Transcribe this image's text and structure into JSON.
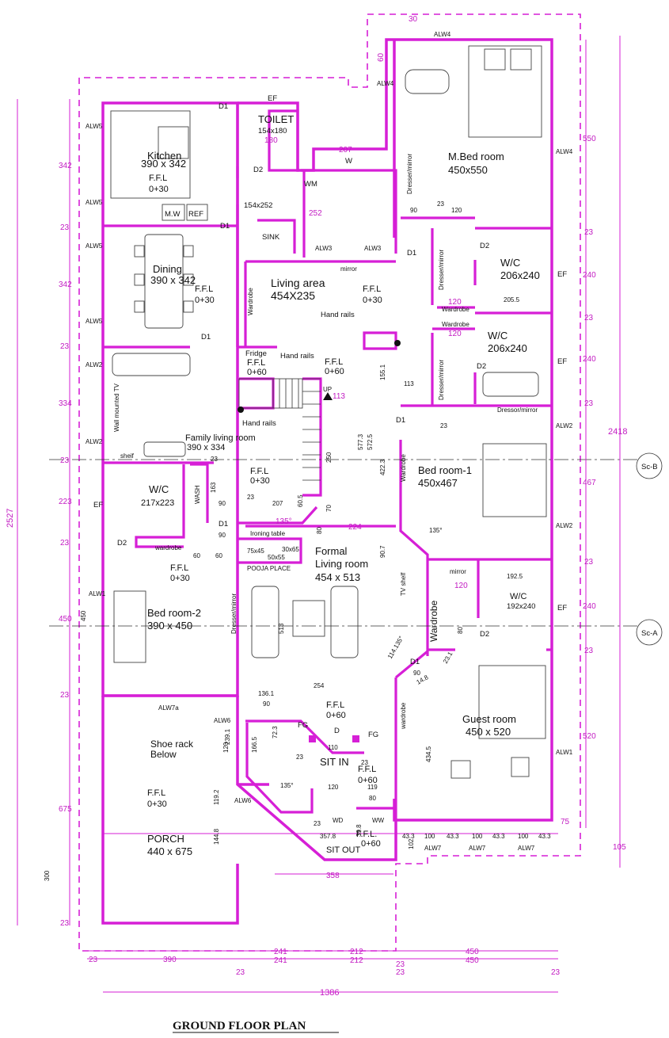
{
  "drawing": {
    "title": "GROUND FLOOR  PLAN",
    "sections": [
      "Sc-B",
      "Sc-A"
    ]
  },
  "rooms": [
    {
      "id": "kitchen",
      "name": "Kitchen",
      "size": "390 x 342",
      "ffl": "F.F.L",
      "level": "0+30"
    },
    {
      "id": "toilet",
      "name": "TOILET",
      "size": "154x180"
    },
    {
      "id": "utility",
      "size": "154x252"
    },
    {
      "id": "master_bed",
      "name": "M.Bed room",
      "size": "450x550"
    },
    {
      "id": "dining",
      "name": "Dining",
      "size": "390 x 342",
      "ffl": "F.F.L",
      "level": "0+30"
    },
    {
      "id": "living_area",
      "name": "Living area",
      "size": "454X235",
      "ffl": "F.F.L",
      "level": "0+30"
    },
    {
      "id": "wc1",
      "name": "W/C",
      "size": "206x240"
    },
    {
      "id": "wc2",
      "name": "W/C",
      "size": "206x240"
    },
    {
      "id": "family_living",
      "name": "Family living room",
      "size": "390 x 334"
    },
    {
      "id": "bed1",
      "name": "Bed room-1",
      "size": "450x467"
    },
    {
      "id": "wc3",
      "name": "W/C",
      "size": "217x223"
    },
    {
      "id": "formal_living",
      "name": "Formal",
      "name2": "Living room",
      "size": "454 x 513"
    },
    {
      "id": "wc4",
      "name": "W/C",
      "size": "192x240"
    },
    {
      "id": "bed2",
      "name": "Bed room-2",
      "size": "390 x 450",
      "ffl": "F.F.L",
      "level": "0+30"
    },
    {
      "id": "guest",
      "name": "Guest room",
      "size": "450 x 520"
    },
    {
      "id": "sitin",
      "name": "SIT IN",
      "ffl": "F.F.L",
      "level": "0+60"
    },
    {
      "id": "porch",
      "name": "PORCH",
      "size": "440 x 675",
      "ffl": "F.F.L",
      "level": "0+30"
    },
    {
      "id": "sitout",
      "name": "SIT OUT",
      "ffl": "F.F.L.",
      "level": "0+60"
    }
  ],
  "ffl_marks": [
    {
      "ffl": "F.F.L",
      "level": "0+60"
    },
    {
      "ffl": "F.F.L",
      "level": "0+30"
    },
    {
      "ffl": "F.F.L",
      "level": "0+60"
    },
    {
      "ffl": "F.F.L",
      "level": "0+60"
    }
  ],
  "labels": {
    "ef": "EF",
    "d1": "D1",
    "d2": "D2",
    "d": "D",
    "w": "W",
    "wm": "WM",
    "sink": "SINK",
    "mw": "M.W",
    "ref": "REF",
    "mirror": "mirror",
    "hand_rails": "Hand rails",
    "fridge": "Fridge",
    "up": "UP",
    "wardrobe": "Wardrobe",
    "wardrobe_lc": "wardrobe",
    "dresser_mirror": "Dresser/mirror",
    "dressor_mirror": "Dressor/mirror",
    "wall_tv": "Wall mounted TV",
    "shelf": "sheif",
    "wash": "WASH",
    "ironing_table": "Ironing table",
    "pooja": "POOJA PLACE",
    "tv_shelf": "TV shelf",
    "shoe_rack": "Shoe rack",
    "below": "Below",
    "fg": "FG",
    "wd": "WD",
    "ww": "WW",
    "alw1": "ALW1",
    "alw2": "ALW2",
    "alw3": "ALW3",
    "alw4": "ALW4",
    "alw5": "ALW5",
    "alw6": "ALW6",
    "alw7": "ALW7",
    "alw7a": "ALW7a"
  },
  "dims_left": [
    "342",
    "23",
    "342",
    "23",
    "334",
    "23",
    "223",
    "23",
    "450",
    "23",
    "675",
    "23"
  ],
  "dims_left_total": "2527",
  "dims_right": [
    "550",
    "23",
    "240",
    "23",
    "240",
    "23",
    "467",
    "23",
    "240",
    "23",
    "520",
    "75",
    "105"
  ],
  "dims_right_total": "2418",
  "dims_bottom": [
    "23",
    "390",
    "241",
    "241",
    "212",
    "212",
    "23",
    "23",
    "450",
    "450",
    "23"
  ],
  "dims_bottom_total": "1386",
  "dims_misc": {
    "d30": "30",
    "d60": "60",
    "d207": "207",
    "d180": "180",
    "d252": "252",
    "d90": "90",
    "d23": "23",
    "d120": "120",
    "d205": "205.5",
    "d113": "113",
    "d155": "155.1",
    "d577": "577.3",
    "d572": "572.5",
    "d422": "422.3",
    "d250": "250",
    "d163": "163",
    "d207b": "207",
    "d60b": "60.5",
    "d70": "70",
    "d135": "135°",
    "d80": "80",
    "d224": "224",
    "d907": "90.7",
    "d75": "75x45",
    "d50": "50x55",
    "d30x65": "30x65",
    "d192": "192.5",
    "d513": "513",
    "d114": "114.135°",
    "d231": "23.1",
    "d148": "14.8",
    "d1361": "136.1",
    "d254": "254",
    "d723": "72.3",
    "d110": "110",
    "d1665": "166.5",
    "d2391": "239.1",
    "d1192": "119.2",
    "d1448": "144.8",
    "d3578": "357.8",
    "d398": "39.8",
    "d358": "358",
    "d300": "300",
    "d4345": "434.5",
    "d433": "43.3",
    "d100": "100",
    "d119": "119",
    "d102": "102"
  }
}
